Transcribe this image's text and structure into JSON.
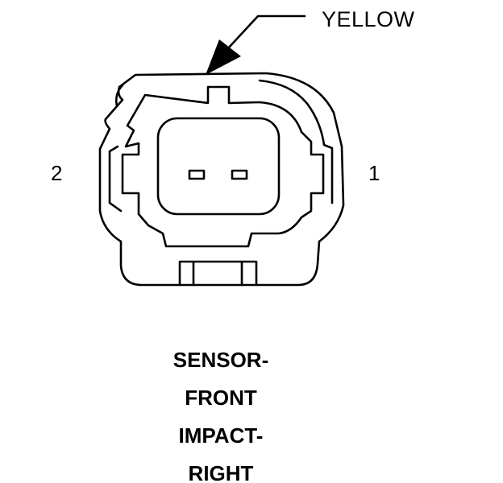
{
  "connector": {
    "wire_color_label": "YELLOW",
    "pins": [
      {
        "label": "2"
      },
      {
        "label": "1"
      }
    ],
    "title_lines": [
      "SENSOR-",
      "FRONT",
      "IMPACT-",
      "RIGHT"
    ]
  },
  "colors": {
    "line": "#000000",
    "background": "#ffffff"
  }
}
